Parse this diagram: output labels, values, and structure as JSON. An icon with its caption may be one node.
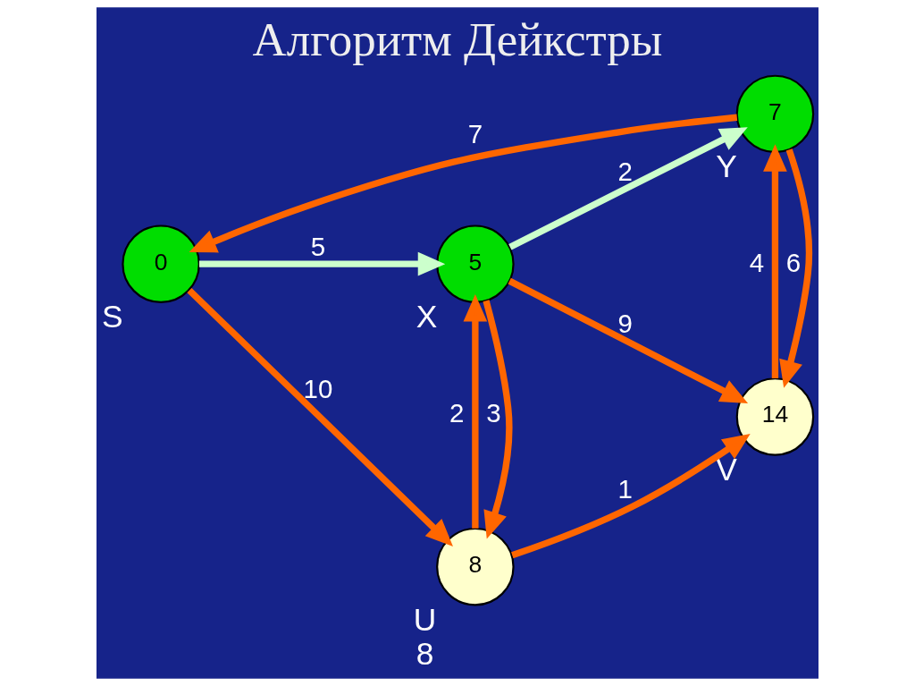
{
  "diagram": {
    "title": "Алгоритм Дейкстры",
    "nodes": [
      {
        "text": [
          "0"
        ],
        "beside": [
          "S"
        ]
      },
      {
        "text": [
          "8"
        ],
        "beside": [
          "U",
          "8"
        ]
      },
      {
        "text": [
          "14"
        ],
        "beside": [
          "V"
        ]
      },
      {
        "text": [
          "5"
        ],
        "beside": [
          "X"
        ]
      },
      {
        "text": [
          "7"
        ],
        "beside": [
          "Y"
        ]
      }
    ],
    "edges": [
      {
        "from": 0,
        "to": 1,
        "arrow": "to",
        "label": "10"
      },
      {
        "from": 0,
        "to": 3,
        "arrow": "to",
        "label": "5",
        "color": "#ccffcc"
      },
      {
        "from": 1,
        "to": 2,
        "arrow": "to",
        "label": "1"
      },
      {
        "from": 1,
        "to": 3,
        "arrow": "to",
        "label": "2"
      },
      {
        "from": 3,
        "to": 1,
        "arrow": "to",
        "label": "3"
      },
      {
        "from": 3,
        "to": 2,
        "arrow": "to",
        "label": "9"
      },
      {
        "from": 3,
        "to": 4,
        "arrow": "to",
        "label": "2",
        "color": "#ccffcc"
      },
      {
        "from": 2,
        "to": 4,
        "arrow": "to",
        "label": "4"
      },
      {
        "from": 4,
        "to": 2,
        "arrow": "to",
        "label": "6"
      },
      {
        "from": 4,
        "to": 0,
        "arrow": "to",
        "label": "7"
      }
    ]
  }
}
